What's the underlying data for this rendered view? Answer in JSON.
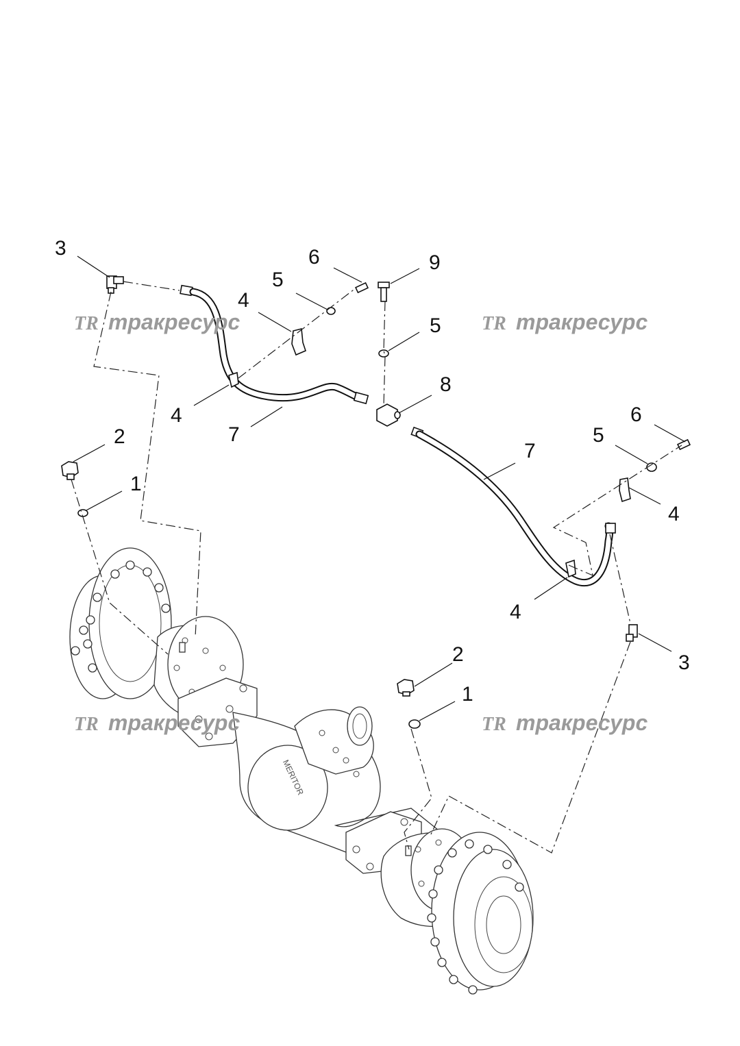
{
  "watermark": {
    "logo": "TR",
    "text": "тракресурс"
  },
  "callouts": {
    "c3a": "3",
    "c6a": "6",
    "c9": "9",
    "c5a": "5",
    "c4a": "4",
    "c5b": "5",
    "c8": "8",
    "c4b": "4",
    "c7a": "7",
    "c2a": "2",
    "c1a": "1",
    "c6b": "6",
    "c5c": "5",
    "c7b": "7",
    "c4c": "4",
    "c4d": "4",
    "c3b": "3",
    "c2b": "2",
    "c1b": "1"
  },
  "housing_marking": "MERITOR"
}
